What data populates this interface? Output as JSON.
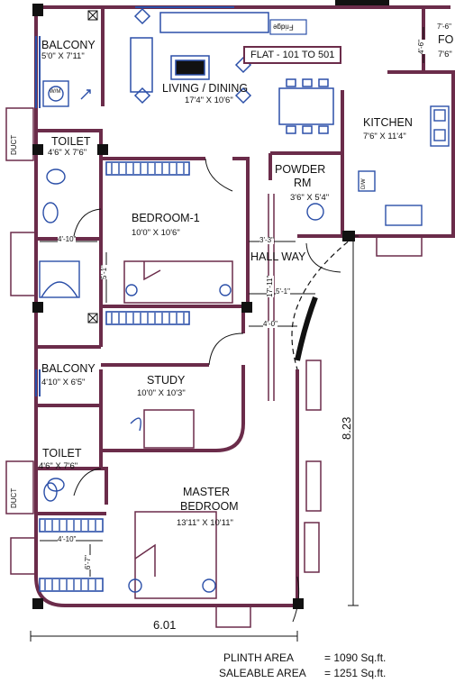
{
  "flat_tag": "FLAT - 101 TO 501",
  "fridge": "Fridge",
  "rooms": {
    "balcony_top": {
      "name": "BALCONY",
      "size": "5'0\" X 7'11\""
    },
    "living": {
      "name": "LIVING / DINING",
      "size": "17'4\" X 10'6\""
    },
    "kitchen": {
      "name": "KITCHEN",
      "size": "7'6\" X 11'4\""
    },
    "foyer": {
      "name": "FO",
      "size": "7'6\""
    },
    "toilet_top": {
      "name": "TOILET",
      "size": "4'6\" X 7'6\""
    },
    "powder": {
      "name": "POWDER",
      "name2": "RM",
      "size": "3'6\" X 5'4\""
    },
    "bedroom1": {
      "name": "BEDROOM-1",
      "size": "10'0\" X 10'6\""
    },
    "hallway": {
      "name": "HALL WAY"
    },
    "balcony_mid": {
      "name": "BALCONY",
      "size": "4'10\" X 6'5\""
    },
    "study": {
      "name": "STUDY",
      "size": "10'0\" X 10'3\""
    },
    "toilet_bottom": {
      "name": "TOILET",
      "size": "4'6\" X 7'6\""
    },
    "master": {
      "name": "MASTER",
      "name2": "BEDROOM",
      "size": "13'11\" X 10'11\""
    }
  },
  "duct_label": "DUCT",
  "fixtures": {
    "wm": "W/M",
    "dw": "D/W"
  },
  "dimensions": {
    "width_total": "6.01",
    "height_total": "8.23",
    "d1": "4'-10\"",
    "d2": "3'-3\"",
    "d3": "5'-1\"",
    "d4": "5'-1\"",
    "d5": "17'-11\"",
    "d6": "4'-0\"",
    "d7": "4'-10\"",
    "d8": "6'-7\"",
    "d9": "4'-6\"",
    "d10": "7'-6\""
  },
  "areas": {
    "plinth_label": "PLINTH AREA",
    "plinth_value": "= 1090 Sq.ft.",
    "saleable_label": "SALEABLE AREA",
    "saleable_value": "= 1251 Sq.ft."
  },
  "colors": {
    "wall": "#6b2c4a",
    "fixture": "#2b4fa8",
    "wall_fill": "#ffffff"
  }
}
